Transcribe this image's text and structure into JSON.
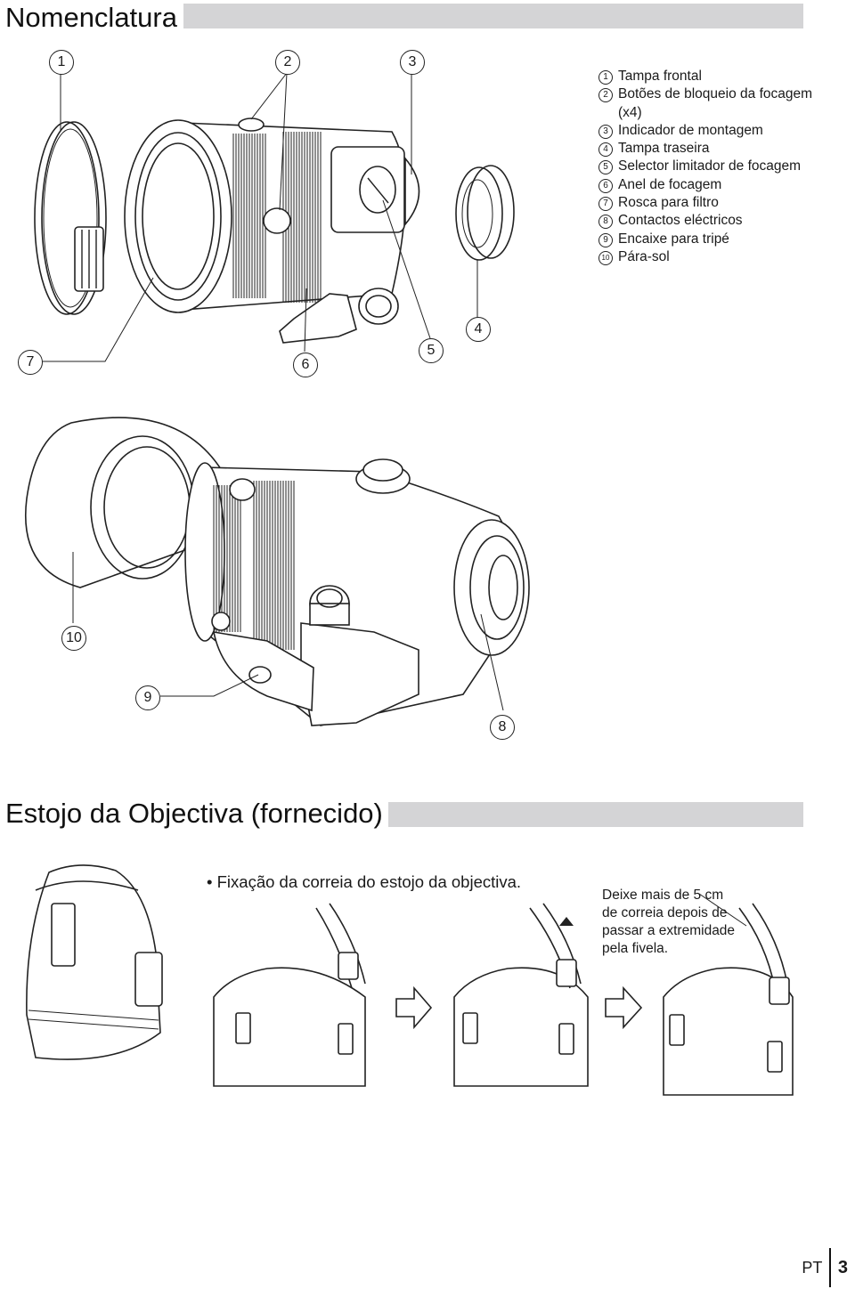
{
  "nomenclature": {
    "title": "Nomenclatura",
    "callouts": [
      "1",
      "2",
      "3",
      "4",
      "5",
      "6",
      "7",
      "8",
      "9",
      "10"
    ],
    "legend": [
      {
        "num": "1",
        "label": "Tampa frontal"
      },
      {
        "num": "2",
        "label": "Botões de bloqueio da focagem (x4)"
      },
      {
        "num": "3",
        "label": "Indicador de montagem"
      },
      {
        "num": "4",
        "label": "Tampa traseira"
      },
      {
        "num": "5",
        "label": "Selector limitador de focagem"
      },
      {
        "num": "6",
        "label": "Anel de focagem"
      },
      {
        "num": "7",
        "label": "Rosca para filtro"
      },
      {
        "num": "8",
        "label": "Contactos eléctricos"
      },
      {
        "num": "9",
        "label": "Encaixe para tripé"
      },
      {
        "num": "10",
        "label": "Pára-sol"
      }
    ]
  },
  "lens_case": {
    "title": "Estojo da Objectiva (fornecido)",
    "bullet": "• Fixação da correia do estojo da objectiva.",
    "note": "Deixe mais de 5 cm de correia depois de passar a extremidade pela fivela."
  },
  "footer": {
    "lang": "PT",
    "page": "3"
  }
}
